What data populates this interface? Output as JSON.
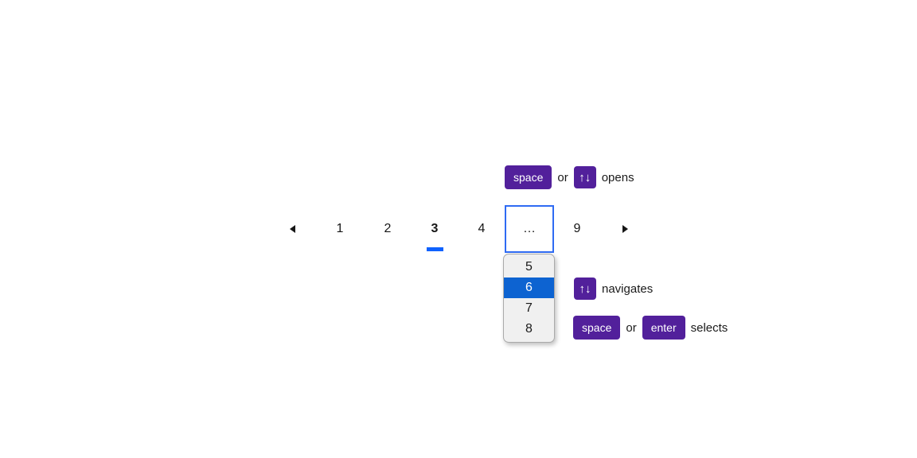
{
  "colors": {
    "key_badge_purple": "#52209b",
    "focus_border_blue": "#2f6bf3",
    "selected_option_blue": "#0d63d1",
    "current_page_underline_blue": "#0f62fe",
    "text_dark": "#161616",
    "dropdown_bg": "#f0f0f0"
  },
  "hints": {
    "open": {
      "key": "space",
      "or": "or",
      "arrows_icon": "↑↓",
      "action": "opens"
    },
    "navigate": {
      "arrows_icon": "↑↓",
      "action": "navigates"
    },
    "select": {
      "key1": "space",
      "or": "or",
      "key2": "enter",
      "action": "selects"
    }
  },
  "pagination": {
    "pages": [
      "1",
      "2",
      "3",
      "4"
    ],
    "current_page": "3",
    "overflow_label": "…",
    "last_page": "9"
  },
  "dropdown": {
    "options": [
      "5",
      "6",
      "7",
      "8"
    ],
    "selected": "6"
  }
}
